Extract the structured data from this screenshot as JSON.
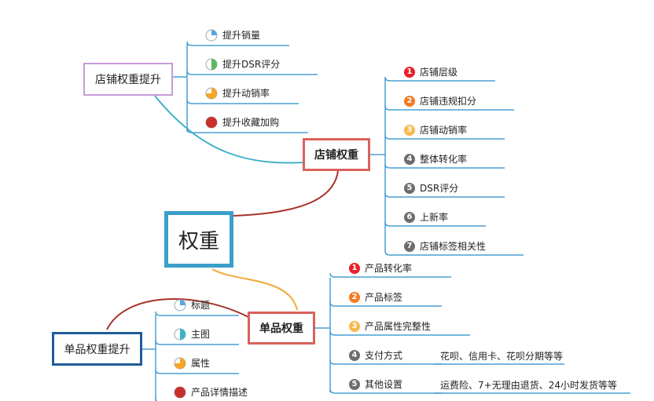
{
  "colors": {
    "root_border": "#3a9fc9",
    "store_border": "#d9625c",
    "store_boost_border": "#c99ad8",
    "item_boost_border": "#1f5c99",
    "link_teal": "#3fb3c8",
    "link_red": "#a8322a",
    "link_orange": "#f2a93b",
    "underline_blue": "#4a9fd4",
    "badge_red": "#e8202a",
    "badge_orange": "#f47920",
    "badge_yellow": "#f9b94a",
    "badge_gray": "#6d6d6d",
    "pie_blue": "#5ba6de",
    "pie_green": "#5cb85c",
    "pie_orange": "#f5a623",
    "pie_red": "#c8312b"
  },
  "root": {
    "label": "权重"
  },
  "store_weight": {
    "label": "店铺权重",
    "items": [
      {
        "num": "1",
        "label": "店铺层级",
        "badge": "red"
      },
      {
        "num": "2",
        "label": "店铺违规扣分",
        "badge": "orange"
      },
      {
        "num": "3",
        "label": "店铺动销率",
        "badge": "yellow"
      },
      {
        "num": "4",
        "label": "整体转化率",
        "badge": "gray"
      },
      {
        "num": "5",
        "label": "DSR评分",
        "badge": "gray"
      },
      {
        "num": "6",
        "label": "上新率",
        "badge": "gray"
      },
      {
        "num": "7",
        "label": "店铺标签相关性",
        "badge": "gray"
      }
    ]
  },
  "store_boost": {
    "label": "店铺权重提升",
    "items": [
      {
        "label": "提升销量",
        "progress": 0.25,
        "pie": "blue"
      },
      {
        "label": "提升DSR评分",
        "progress": 0.5,
        "pie": "green"
      },
      {
        "label": "提升动销率",
        "progress": 0.75,
        "pie": "orange"
      },
      {
        "label": "提升收藏加购",
        "progress": 1.0,
        "pie": "red"
      }
    ]
  },
  "item_weight": {
    "label": "单品权重",
    "items": [
      {
        "num": "1",
        "label": "产品转化率",
        "badge": "red",
        "note": ""
      },
      {
        "num": "2",
        "label": "产品标签",
        "badge": "orange",
        "note": ""
      },
      {
        "num": "3",
        "label": "产品属性完整性",
        "badge": "yellow",
        "note": ""
      },
      {
        "num": "4",
        "label": "支付方式",
        "badge": "gray",
        "note": "花呗、信用卡、花呗分期等等"
      },
      {
        "num": "5",
        "label": "其他设置",
        "badge": "gray",
        "note": "运费险、7+无理由退货、24小时发货等等"
      }
    ]
  },
  "item_boost": {
    "label": "单品权重提升",
    "items": [
      {
        "label": "标题",
        "progress": 0.25,
        "pie": "blue"
      },
      {
        "label": "主图",
        "progress": 0.5,
        "pie": "teal"
      },
      {
        "label": "属性",
        "progress": 0.75,
        "pie": "orange"
      },
      {
        "label": "产品详情描述",
        "progress": 1.0,
        "pie": "red"
      }
    ]
  }
}
